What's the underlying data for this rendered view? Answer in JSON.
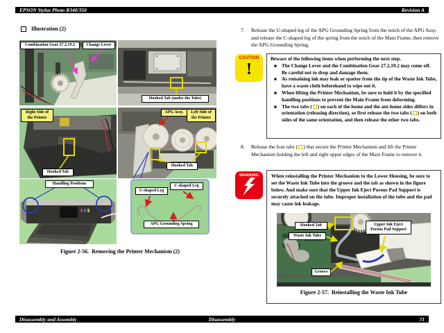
{
  "colors": {
    "caution_yellow": "#f6e400",
    "warning_red": "#e60012",
    "highlight_yellow": "#e3da00",
    "label_yellow": "#f7f080",
    "arrow_magenta": "#e83bc8",
    "arrow_red": "#d42020",
    "arrow_blue": "#2a3ac8",
    "photo_green": "#a5d49c",
    "board_green": "#44704a"
  },
  "header": {
    "title": "EPSON Stylus Photo R340/350",
    "revision": "Revision A"
  },
  "left": {
    "section_title": "Illustration (2)",
    "photo1": {
      "gear_label": "Combination Gear 27.2,19.2",
      "lever_label": "Change Lever"
    },
    "photo2": {
      "tab_label": "Hooked Tab (under the Tube)"
    },
    "photo3": {
      "side_label": "Right Side of the Printer",
      "tab_label": "Hooked Tab"
    },
    "photo4": {
      "apg_label": "APG Assy.",
      "side_label": "Left Side of the Printer",
      "tab_label": "Hooked Tab"
    },
    "photo5": {
      "label": "Handling Positions"
    },
    "inset": {
      "u_label": "U-shaped Leg",
      "c_label": "C-shaped Leg",
      "spring_label": "APG Grounding Spring"
    },
    "caption": "Figure 2-56.  Removing the Printer Mechanism (2)"
  },
  "right": {
    "step7": {
      "num": "7.",
      "text": "Release the U-shaped leg of the APG Grounding Spring from the notch of the APG Assy. and release the C-shaped leg of the spring from the notch of the Main Frame, then remove the APG Grounding Spring."
    },
    "caution": {
      "badge": "CAUTION",
      "glyph": "!",
      "bullet_glyph": "■",
      "title": "Beware of the following items when performing the next step.",
      "item1": "The Change Lever and the Combination Gear 27.2,19.2 may come off. Be careful not to drop and damage them.",
      "item2": "As remaining ink may leak or spatter from the tip of the Waste Ink Tube, have a waste cloth beforehand to wipe out it.",
      "item3": "When lifting the Printer Mechanism, be sure to hold it by the specified handling positions to prevent the Main Frame from deforming.",
      "item4_seg1": "The two tabs (",
      "item4_seg2": ") on each of the home and the ant-home sides differs in orientation (releasing direction), so first release the two tabs (",
      "item4_seg3": ") on both sides of the same orientation, and then release the other two tabs."
    },
    "step8": {
      "num": "8.",
      "seg1": "Release the four tabs (",
      "seg2": ") that secure the Printer Mechanism and lift the Printer Mechanism holding the left and right upper edges of the Main Frame to remove it."
    },
    "warning": {
      "badge": "WARNING",
      "text": "When reinstalling the Printer Mechanism to the Lower Housing, be sure to set the Waste Ink Tube into the groove and the tab as shown in the figure below. And make sure that the Upper Ink Eject Porous Pad Support is securely attached on the tube. Improper installation of the tube and the pad may cause ink leakage."
    },
    "fig": {
      "hooked_tab": "Hooked Tab",
      "waste_ink_tube": "Waste Ink Tube",
      "upper_pad": "Upper Ink Eject Porous Pad Support",
      "groove": "Groove",
      "caption": "Figure 2-57.  Reinstalling the Waste Ink Tube"
    }
  },
  "footer": {
    "left": "Disassembly and Assembly",
    "center": "Disassembly",
    "page": "71"
  }
}
